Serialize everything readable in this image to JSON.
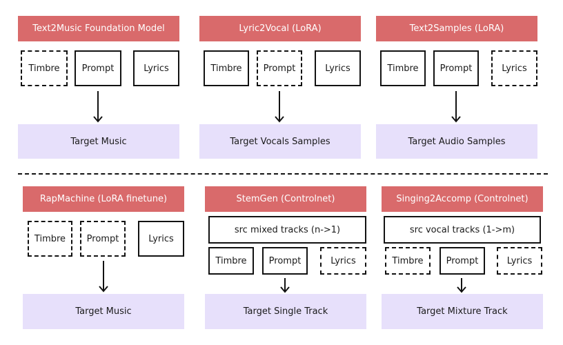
{
  "top_row": [
    {
      "title": "Text2Music Foundation Model",
      "inputs": [
        {
          "label": "Timbre"
        },
        {
          "label": "Prompt"
        },
        {
          "label": "Lyrics"
        }
      ],
      "target": "Target Music"
    },
    {
      "title": "Lyric2Vocal (LoRA)",
      "inputs": [
        {
          "label": "Timbre"
        },
        {
          "label": "Prompt"
        },
        {
          "label": "Lyrics"
        }
      ],
      "target": "Target Vocals Samples"
    },
    {
      "title": "Text2Samples (LoRA)",
      "inputs": [
        {
          "label": "Timbre"
        },
        {
          "label": "Prompt"
        },
        {
          "label": "Lyrics"
        }
      ],
      "target": "Target Audio Samples"
    }
  ],
  "bottom_row": [
    {
      "title": "RapMachine (LoRA finetune)",
      "inputs": [
        {
          "label": "Timbre"
        },
        {
          "label": "Prompt"
        },
        {
          "label": "Lyrics"
        }
      ],
      "target": "Target Music"
    },
    {
      "title": "StemGen (Controlnet)",
      "source": "src mixed tracks (n->1)",
      "inputs": [
        {
          "label": "Timbre"
        },
        {
          "label": "Prompt"
        },
        {
          "label": "Lyrics"
        }
      ],
      "target": "Target Single Track"
    },
    {
      "title": "Singing2Accomp (Controlnet)",
      "source": "src vocal tracks (1->m)",
      "inputs": [
        {
          "label": "Timbre"
        },
        {
          "label": "Prompt"
        },
        {
          "label": "Lyrics"
        }
      ],
      "target": "Target Mixture Track"
    }
  ]
}
